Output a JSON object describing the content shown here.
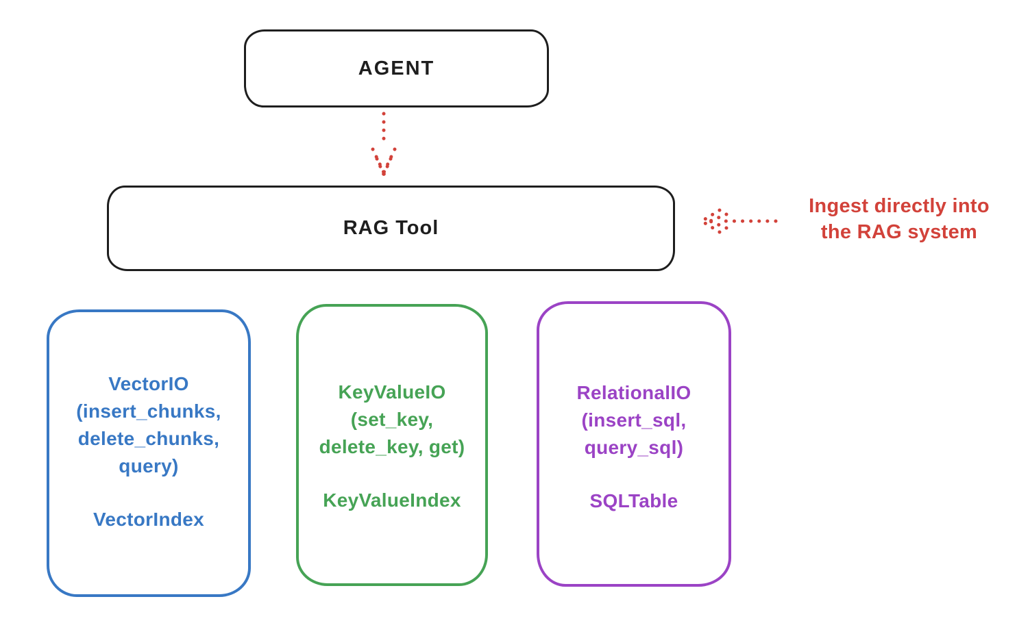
{
  "nodes": {
    "agent": {
      "label": "AGENT"
    },
    "rag_tool": {
      "label": "RAG Tool"
    }
  },
  "annotation": {
    "lines": [
      "Ingest directly into",
      "the RAG system"
    ]
  },
  "backends": [
    {
      "name": "vector-io",
      "lines": [
        "VectorIO",
        "(insert_chunks,",
        "delete_chunks,",
        "query)"
      ],
      "index_label": "VectorIndex",
      "color": "#3878c4"
    },
    {
      "name": "keyvalue-io",
      "lines": [
        "KeyValueIO",
        "(set_key,",
        "delete_key, get)"
      ],
      "index_label": "KeyValueIndex",
      "color": "#46a355"
    },
    {
      "name": "relational-io",
      "lines": [
        "RelationalIO",
        "(insert_sql,",
        "query_sql)"
      ],
      "index_label": "SQLTable",
      "color": "#9b43c5"
    }
  ],
  "colors": {
    "ink": "#1e1e1e",
    "red": "#d2423a",
    "blue": "#3878c4",
    "green": "#46a355",
    "purple": "#9b43c5"
  }
}
